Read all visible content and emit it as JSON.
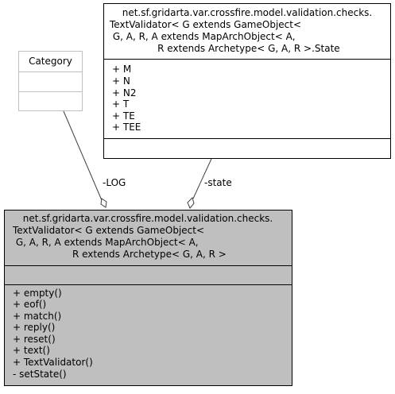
{
  "category_class": {
    "name": "Category",
    "attributes": [],
    "operations": []
  },
  "state_class": {
    "title_lines": [
      "net.sf.gridarta.var.crossfire.model.validation.checks.",
      "TextValidator< G extends GameObject<",
      " G, A, R, A extends MapArchObject< A,",
      " R extends Archetype< G, A, R >.State"
    ],
    "attributes": [
      "+ M",
      "+ N",
      "+ N2",
      "+ T",
      "+ TE",
      "+ TEE"
    ],
    "operations": []
  },
  "main_class": {
    "title_lines": [
      "net.sf.gridarta.var.crossfire.model.validation.checks.",
      "TextValidator< G extends GameObject<",
      " G, A, R, A extends MapArchObject< A,",
      " R extends Archetype< G, A, R >"
    ],
    "attributes": [],
    "operations": [
      "+ empty()",
      "+ eof()",
      "+ match()",
      "+ reply()",
      "+ reset()",
      "+ text()",
      "+ TextValidator()",
      "- setState()"
    ]
  },
  "edges": {
    "log": {
      "label": "-LOG"
    },
    "state": {
      "label": "-state"
    }
  },
  "colors": {
    "main_fill": "#bfbfbf",
    "category_border": "#bfbfbf",
    "line": "#404040"
  }
}
